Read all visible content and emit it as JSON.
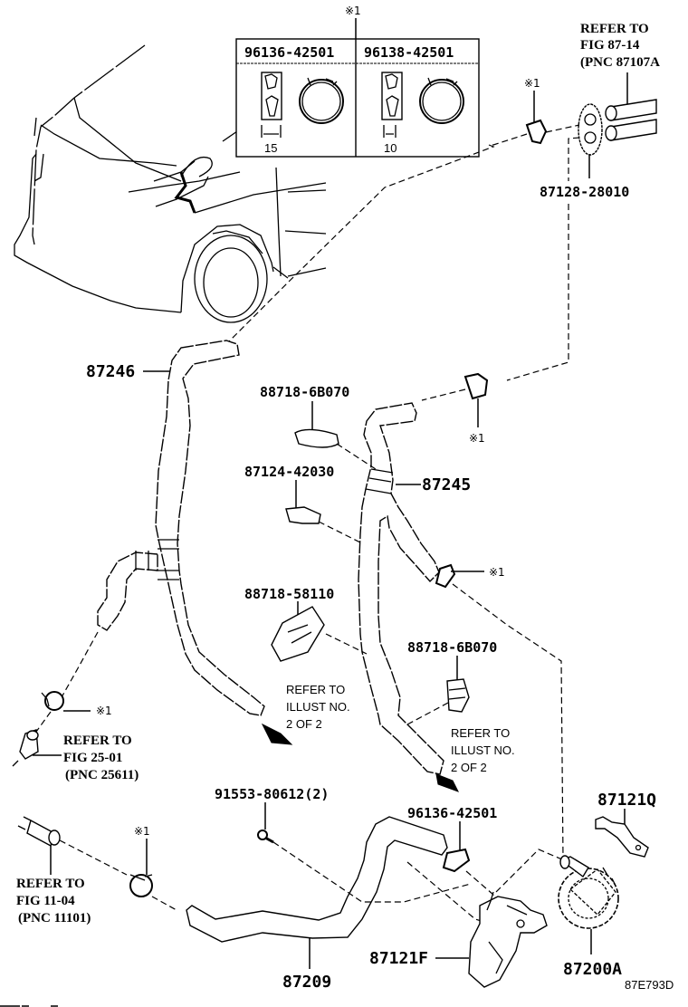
{
  "diagram": {
    "figure_code": "87E793D",
    "note_mark": "※1",
    "inset_table": {
      "note_mark": "※1",
      "columns": [
        {
          "part_number": "96136-42501",
          "dimension": "15"
        },
        {
          "part_number": "96138-42501",
          "dimension": "10"
        }
      ]
    },
    "references": {
      "top_right": {
        "line1": "REFER TO",
        "line2": "FIG 87-14",
        "line3": "(PNC 87107A"
      },
      "left_mid": {
        "line1": "REFER TO",
        "line2": "FIG 25-01",
        "line3": "(PNC 25611)"
      },
      "left_bottom": {
        "line1": "REFER TO",
        "line2": "FIG 11-04",
        "line3": "(PNC 11101)"
      }
    },
    "illust_refs": [
      {
        "line1": "REFER TO",
        "line2": "ILLUST NO.",
        "line3": "2 OF 2"
      },
      {
        "line1": "REFER TO",
        "line2": "ILLUST NO.",
        "line3": "2 OF 2"
      }
    ],
    "parts": {
      "p87128": "87128-28010",
      "p87246": "87246",
      "p88718_6b070_a": "88718-6B070",
      "p87245": "87245",
      "p87124": "87124-42030",
      "p88718_58110": "88718-58110",
      "p88718_6b070_b": "88718-6B070",
      "p91553": "91553-80612(2)",
      "p96136": "96136-42501",
      "p87121q": "87121Q",
      "p87121f": "87121F",
      "p87200a": "87200A",
      "p87209": "87209"
    }
  }
}
